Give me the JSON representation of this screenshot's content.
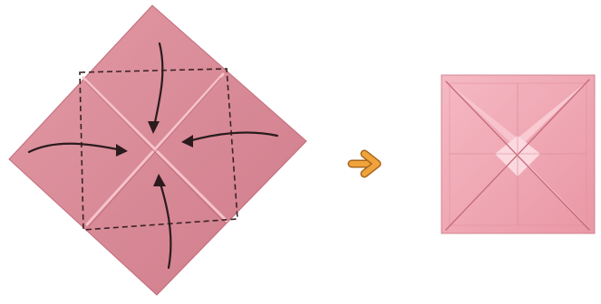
{
  "diagram": {
    "steps": [
      {
        "name": "folded-square-diamond",
        "fold_lines": "dashed",
        "arrows": 4,
        "arrow_direction": "inward-to-center"
      },
      {
        "name": "folded-result-square",
        "creases": "diagonal-x"
      }
    ],
    "transition_icon": "right-arrow-icon"
  },
  "colors": {
    "paper": "#d98a98",
    "paper_light": "#f2b3bd",
    "paper_dark": "#c76f7f",
    "arrow": "#2b1b1e",
    "transition_arrow": "#f0a33a",
    "background": "#ffffff"
  }
}
